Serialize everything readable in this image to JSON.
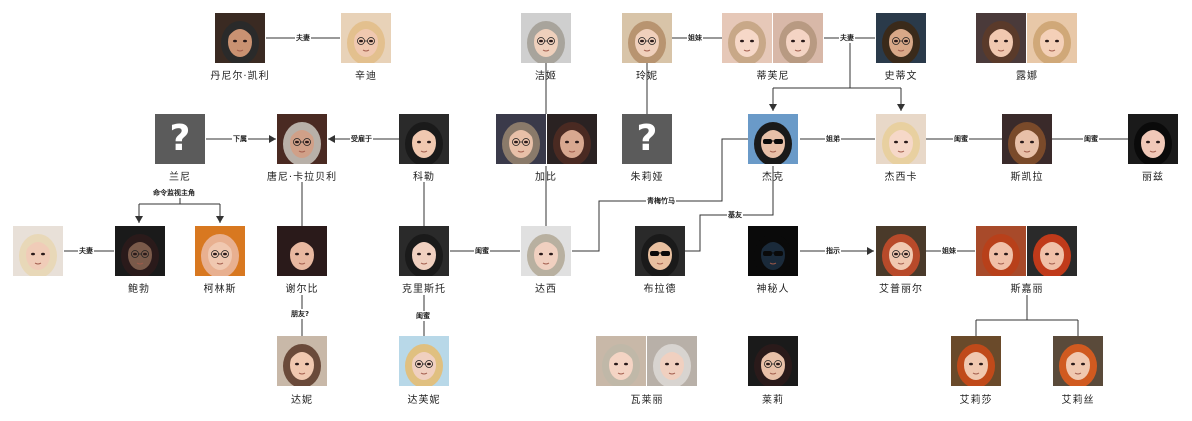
{
  "characters": {
    "daniel": "丹尼尔·凯利",
    "cindy": "辛迪",
    "jiaji": "洁姬",
    "zhenni": "玲妮",
    "tiffany": "蒂芙尼",
    "steven": "史蒂文",
    "luna": "露娜",
    "lanni": "兰尼",
    "tony": "唐尼·卡拉贝利",
    "kele": "科勒",
    "jiabi": "加比",
    "zhuliya": "朱莉娅",
    "jack": "杰克",
    "jessica": "杰西卡",
    "skyla": "斯凯拉",
    "lizi": "丽兹",
    "baobo": "鲍勃",
    "kelins": "柯林斯",
    "xierbi": "谢尔比",
    "krista": "克里斯托",
    "daxi": "达西",
    "bulad": "布拉德",
    "mystery": "神秘人",
    "april": "艾普丽尔",
    "sijiali": "斯嘉丽",
    "dani": "达妮",
    "dafini": "达芙妮",
    "walaili": "瓦莱丽",
    "laili": "莱莉",
    "ailisha": "艾莉莎",
    "ailisi": "艾莉丝"
  },
  "relations": {
    "daniel_cindy": "夫妻",
    "zhenni_tiffany": "姐妹",
    "tiffany_steven": "夫妻",
    "lanni_tony": "下属",
    "kele_tony": "受雇于",
    "jack_jessica": "姐弟",
    "jessica_skyla": "闺蜜",
    "skyla_lizi": "闺蜜",
    "lanni_orders": "命令监视主角",
    "married_bob": "夫妻",
    "krista_daxi": "闺蜜",
    "daxi_jack": "青梅竹马",
    "jack_brad": "基友",
    "mystery_april": "指示",
    "april_scarlett": "姐妹",
    "xierbi_dani": "朋友?",
    "krista_dafini": "闺蜜"
  },
  "unknown_mark": "?"
}
